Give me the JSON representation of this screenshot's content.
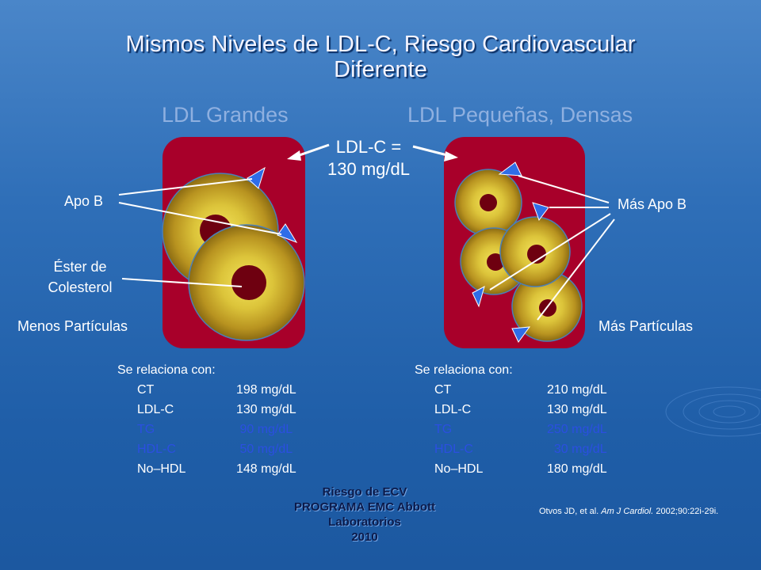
{
  "title_line1": "Mismos Niveles de LDL-C, Riesgo Cardiovascular",
  "title_line2": "Diferente",
  "left_heading": "LDL Grandes",
  "right_heading": "LDL Pequeñas, Densas",
  "ldlc_line1": "LDL-C =",
  "ldlc_line2": "130 mg/dL",
  "apo_b": "Apo B",
  "ester_line1": "Éster de",
  "ester_line2": "Colesterol",
  "fewer_particles": "Menos Partículas",
  "more_apo_b": "Más Apo B",
  "more_particles": "Más Partículas",
  "colors": {
    "panel": "#a8002a",
    "apo_marker": "#2f6de8",
    "core": "#6e0010",
    "highlight_text": "#2b4fe0"
  },
  "left_table": {
    "heading": "Se relaciona con:",
    "rows": [
      {
        "name": "CT",
        "value": "198 mg/dL"
      },
      {
        "name": "LDL-C",
        "value": "130 mg/dL"
      },
      {
        "name": "TG",
        "value": " 90 mg/dL"
      },
      {
        "name": "HDL-C",
        "value": " 50 mg/dL"
      },
      {
        "name": "No–HDL",
        "value": "148 mg/dL"
      }
    ]
  },
  "right_table": {
    "heading": "Se relaciona con:",
    "rows": [
      {
        "name": "CT",
        "value": "210 mg/dL"
      },
      {
        "name": "LDL-C",
        "value": "130 mg/dL"
      },
      {
        "name": "TG",
        "value": "250 mg/dL"
      },
      {
        "name": "HDL-C",
        "value": "  30 mg/dL"
      },
      {
        "name": "No–HDL",
        "value": "180 mg/dL"
      }
    ]
  },
  "footer": [
    "Riesgo de ECV",
    "PROGRAMA EMC Abbott",
    "Laboratorios",
    "2010"
  ],
  "citation_authors": "Otvos JD, et al. ",
  "citation_journal": "Am J Cardiol.",
  "citation_rest": " 2002;90:22i-29i."
}
